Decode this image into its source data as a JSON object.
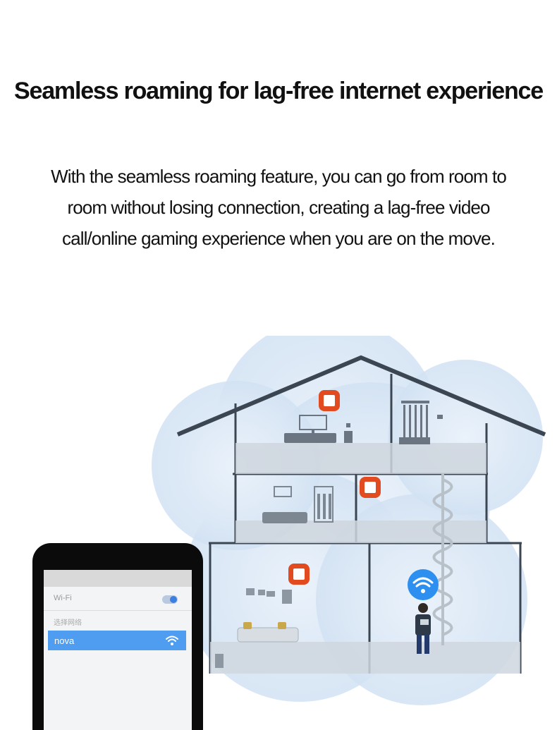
{
  "headline": "Seamless roaming for lag-free internet experience",
  "description": [
    "With the seamless roaming feature, you can go from room to",
    "room without losing connection, creating a lag-free video",
    "call/online gaming experience when you are on the move."
  ],
  "phone": {
    "wifi_label": "Wi-Fi",
    "wifi_enabled": true,
    "choose_network_label": "选择网络",
    "selected_network": "nova",
    "network_icon": "wifi-icon",
    "accent_color": "#4f9df0"
  },
  "scene": {
    "router_color": "#e24a1f",
    "coverage_color": "#d8e6f5",
    "icons": [
      "router-icon",
      "wifi-icon",
      "person-icon",
      "spiral-staircase"
    ]
  }
}
